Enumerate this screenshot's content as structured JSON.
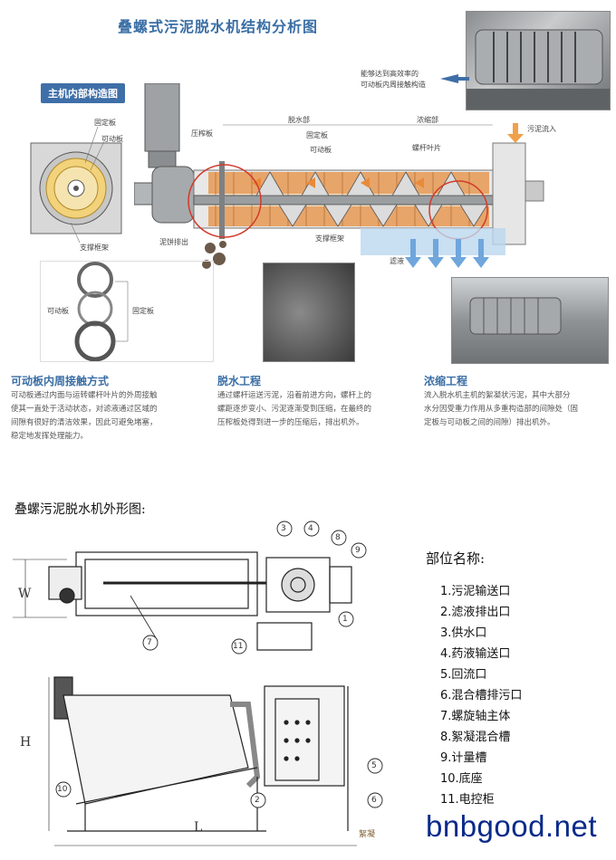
{
  "title": "叠螺式污泥脱水机结构分析图",
  "badge": "主机内部构造图",
  "callout_top": [
    "能够达到高效率的",
    "可动板内周接触构造"
  ],
  "cross_section_labels": {
    "fixed": "固定板",
    "moving": "可动板",
    "frame": "支撑框架"
  },
  "machine_labels": {
    "press_plate": "压榨板",
    "dewater_section": "脱水部",
    "thicken_section": "浓缩部",
    "fixed_plate": "固定板",
    "moving_plate": "可动板",
    "screw_blade": "螺杆叶片",
    "sludge_in": "污泥流入",
    "cake_out": "泥饼排出",
    "support_frame": "支撑框架",
    "filtrate": "滤液"
  },
  "plates_labels": {
    "moving": "可动板",
    "fixed": "固定板"
  },
  "sections": [
    {
      "heading": "可动板内周接触方式",
      "text": [
        "可动板通过内面与运转螺杆叶片的外周接触",
        "使其一直处于活动状态，对滤液通过区域的",
        "间隙有很好的清洁效果，因此可避免堵塞，",
        "稳定地发挥处理能力。"
      ]
    },
    {
      "heading": "脱水工程",
      "text": [
        "通过螺杆运送污泥，沿着前进方向，螺杆上的",
        "螺距逐步变小、污泥逐渐受到压缩，在最终的",
        "压榨板处得到进一步的压缩后，排出机外。"
      ]
    },
    {
      "heading": "浓缩工程",
      "text": [
        "流入脱水机主机的絮凝状污泥，其中大部分",
        "水分因受重力作用从多重构造部的间隙处（固",
        "定板与可动板之间的间隙）排出机外。"
      ]
    }
  ],
  "exterior_title": "叠螺污泥脱水机外形图:",
  "dimension_labels": {
    "W": "W",
    "H": "H",
    "L": "L"
  },
  "callout_numbers": [
    "1",
    "2",
    "3",
    "4",
    "5",
    "6",
    "7",
    "8",
    "9",
    "10",
    "11"
  ],
  "parts_title": "部位名称:",
  "parts": [
    "1.污泥输送口",
    "2.滤液排出口",
    "3.供水口",
    "4.药液输送口",
    "5.回流口",
    "6.混合槽排污口",
    "7.螺旋轴主体",
    "8.絮凝混合槽",
    "9.计量槽",
    "10.底座",
    "11.电控柜"
  ],
  "watermark": "bnbgood.net",
  "watermark_small": "絮凝",
  "colors": {
    "accent": "#3a6ea5",
    "badge": "#3f6fa8",
    "red_circle": "#d23a2a",
    "arrow_blue": "#6fa6dc",
    "arrow_orange": "#e9a15a"
  }
}
